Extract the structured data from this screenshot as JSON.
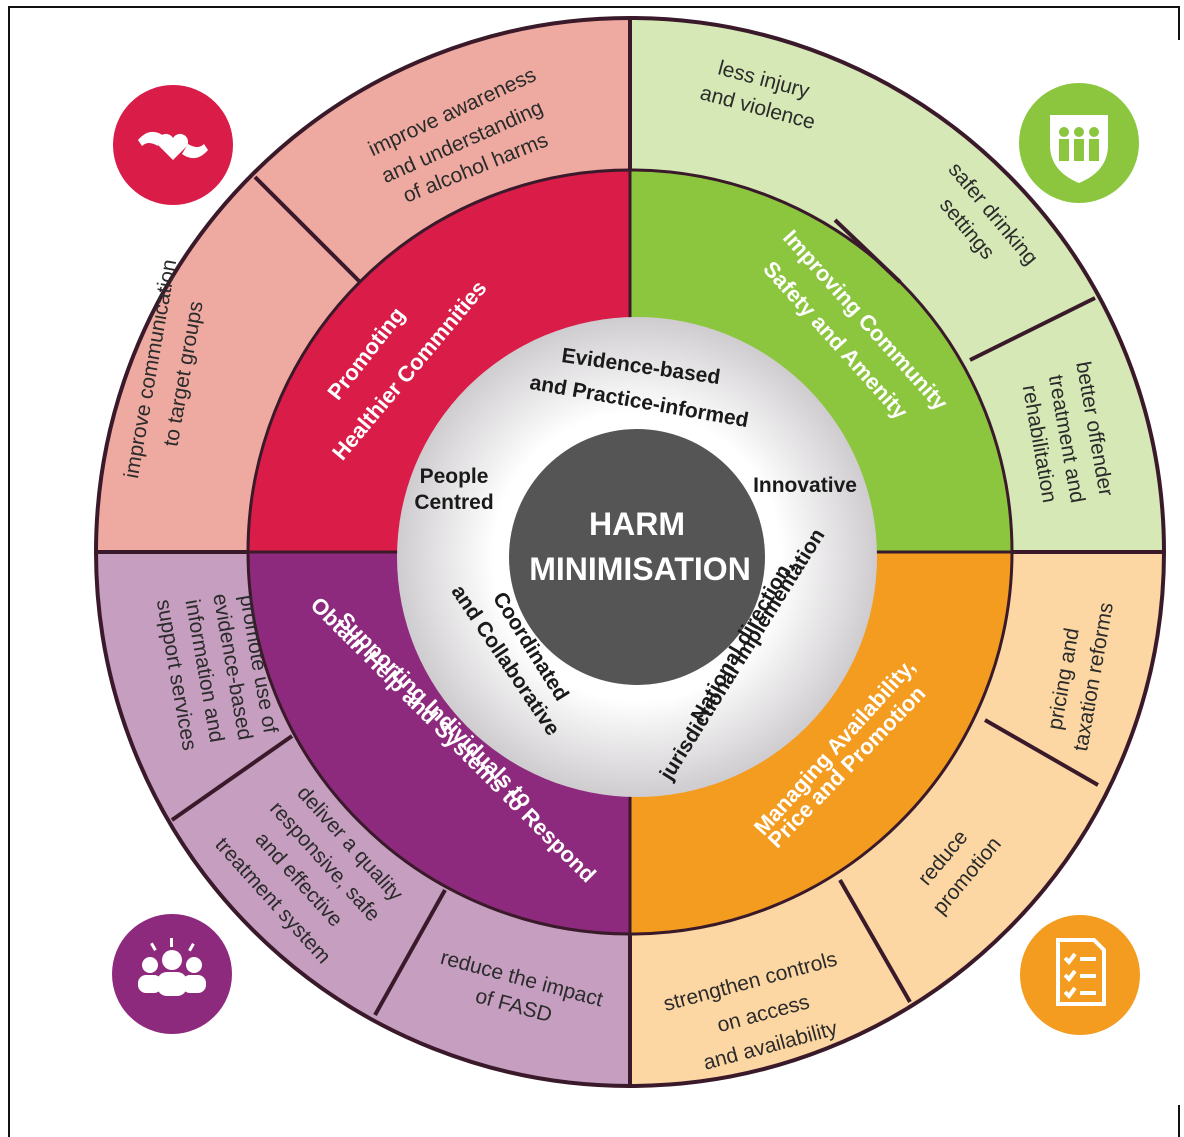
{
  "center": {
    "line1": "HARM",
    "line2": "MINIMISATION"
  },
  "principles": {
    "top_line1": "Evidence-based",
    "top_line2": "and Practice-informed",
    "people_line1": "People",
    "people_line2": "Centred",
    "innovative": "Innovative",
    "coordinated_line1": "Coordinated",
    "coordinated_line2": "and Collaborative",
    "national_line1": "National direction,",
    "national_line2": "jurisdictional implementation"
  },
  "pillars": {
    "healthier": {
      "line1": "Promoting",
      "line2": "Healthier Commnities",
      "color": "#d91c48"
    },
    "safety": {
      "line1": "Improving Community",
      "line2": "Safety and Amenity",
      "color": "#8cc63f"
    },
    "supporting": {
      "line1": "Supporting Individuals to",
      "line2": "Obtain Help and Systems to Respond",
      "color": "#8e2a7e"
    },
    "managing": {
      "line1": "Managing Availability,",
      "line2": "Price and Promotion",
      "color": "#f39c1f"
    }
  },
  "outer": {
    "awareness": [
      "improve awareness",
      "and understanding",
      "of alcohol harms"
    ],
    "communication": [
      "improve communication",
      "to target groups"
    ],
    "injury": [
      "less injury",
      "and violence"
    ],
    "drinking": [
      "safer drinking",
      "settings"
    ],
    "offender": [
      "better offender",
      "treatment and",
      "rehabilitation"
    ],
    "evidence": [
      "promote use of",
      "evidence-based",
      "information and",
      "support services"
    ],
    "treatment": [
      "deliver a quality",
      "responsive, safe",
      "and effective",
      "treatment system"
    ],
    "fasd": [
      "reduce the impact",
      "of FASD"
    ],
    "pricing": [
      "pricing and",
      "taxation reforms"
    ],
    "promotion": [
      "reduce",
      "promotion"
    ],
    "controls": [
      "strengthen controls",
      "on access",
      "and availability"
    ]
  },
  "icons": {
    "healthier": "hands-heart-icon",
    "safety": "people-shield-icon",
    "supporting": "group-people-icon",
    "managing": "checklist-document-icon"
  },
  "colors": {
    "pink_light": "#eeaaa0",
    "green_light": "#d5e8b5",
    "purple_light": "#c59ec0",
    "orange_light": "#fcd7a3",
    "center_dark": "#555556",
    "ring_grey": "#e4e2e4"
  }
}
